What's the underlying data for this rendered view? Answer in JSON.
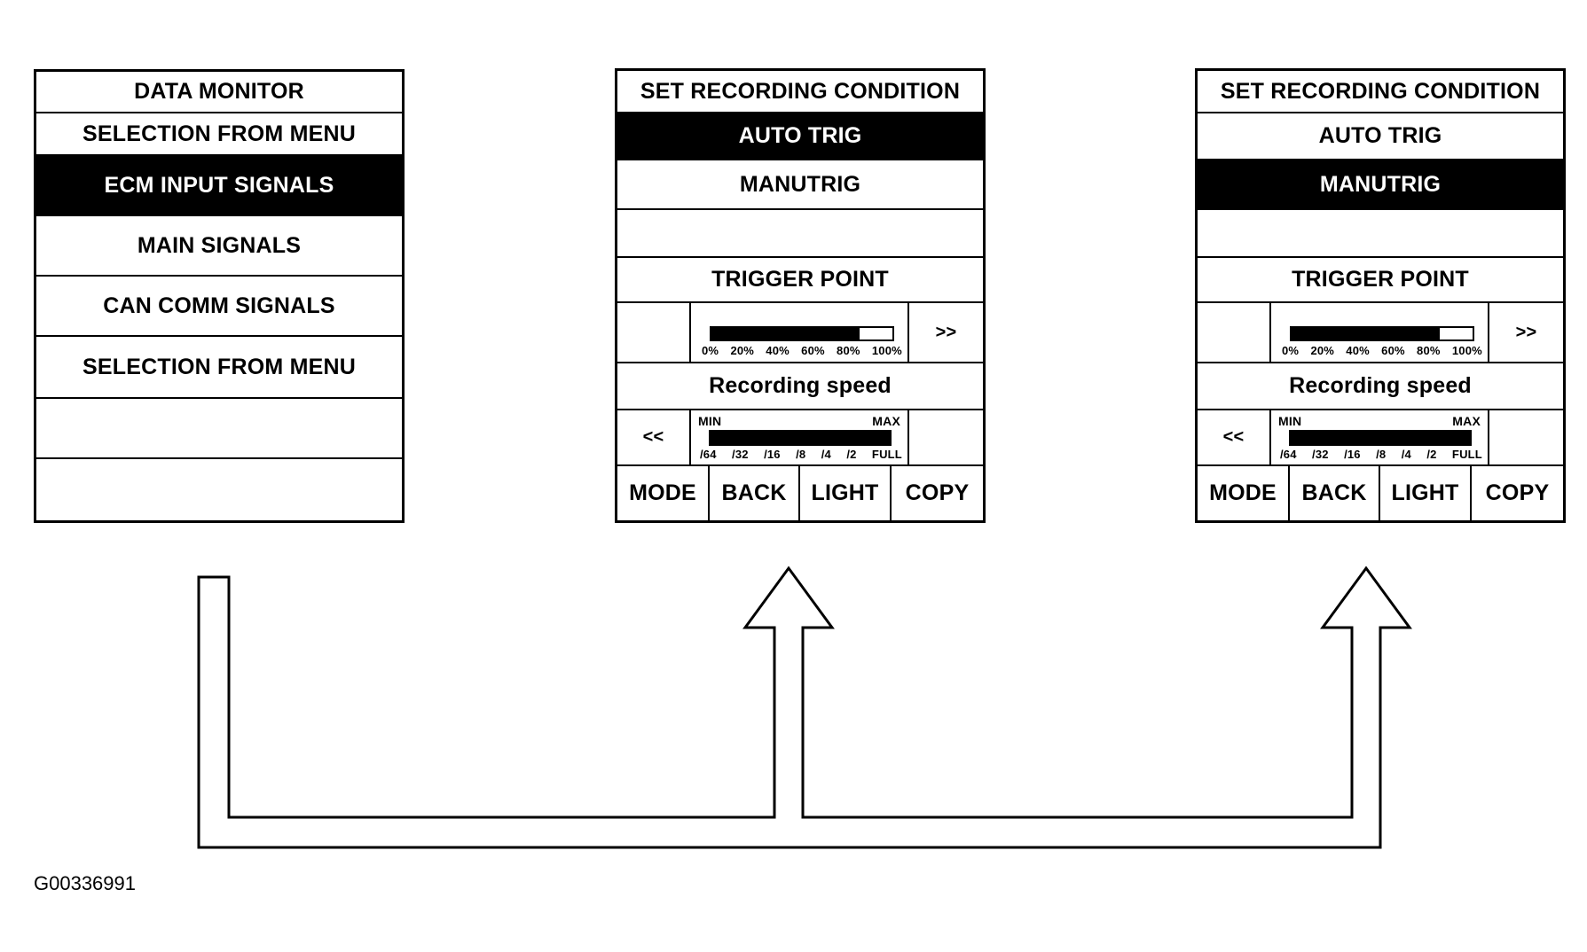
{
  "data_monitor": {
    "title": "DATA MONITOR",
    "subtitle": "SELECTION FROM MENU",
    "items": [
      {
        "label": "ECM INPUT SIGNALS",
        "selected": true
      },
      {
        "label": "MAIN SIGNALS",
        "selected": false
      },
      {
        "label": "CAN COMM SIGNALS",
        "selected": false
      },
      {
        "label": "SELECTION FROM MENU",
        "selected": false
      },
      {
        "label": "",
        "selected": false
      },
      {
        "label": "",
        "selected": false
      }
    ]
  },
  "screens": [
    {
      "title": "SET RECORDING CONDITION",
      "auto_trig": "AUTO TRIG",
      "manu_trig": "MANUTRIG",
      "selected": "auto",
      "trigger_point_label": "TRIGGER POINT",
      "trigger_ticks": [
        "0%",
        "20%",
        "40%",
        "60%",
        "80%",
        "100%"
      ],
      "trigger_level": 0.82,
      "forward_label": ">>",
      "recording_speed_label": "Recording speed",
      "speed_min": "MIN",
      "speed_max": "MAX",
      "speed_ticks": [
        "/64",
        "/32",
        "/16",
        "/8",
        "/4",
        "/2",
        "FULL"
      ],
      "speed_level": 1.0,
      "back_nav_label": "<<",
      "buttons": [
        "MODE",
        "BACK",
        "LIGHT",
        "COPY"
      ]
    },
    {
      "title": "SET RECORDING CONDITION",
      "auto_trig": "AUTO TRIG",
      "manu_trig": "MANUTRIG",
      "selected": "manu",
      "trigger_point_label": "TRIGGER POINT",
      "trigger_ticks": [
        "0%",
        "20%",
        "40%",
        "60%",
        "80%",
        "100%"
      ],
      "trigger_level": 0.82,
      "forward_label": ">>",
      "recording_speed_label": "Recording speed",
      "speed_min": "MIN",
      "speed_max": "MAX",
      "speed_ticks": [
        "/64",
        "/32",
        "/16",
        "/8",
        "/4",
        "/2",
        "FULL"
      ],
      "speed_level": 1.0,
      "back_nav_label": "<<",
      "buttons": [
        "MODE",
        "BACK",
        "LIGHT",
        "COPY"
      ]
    }
  ],
  "figure_id": "G00336991"
}
